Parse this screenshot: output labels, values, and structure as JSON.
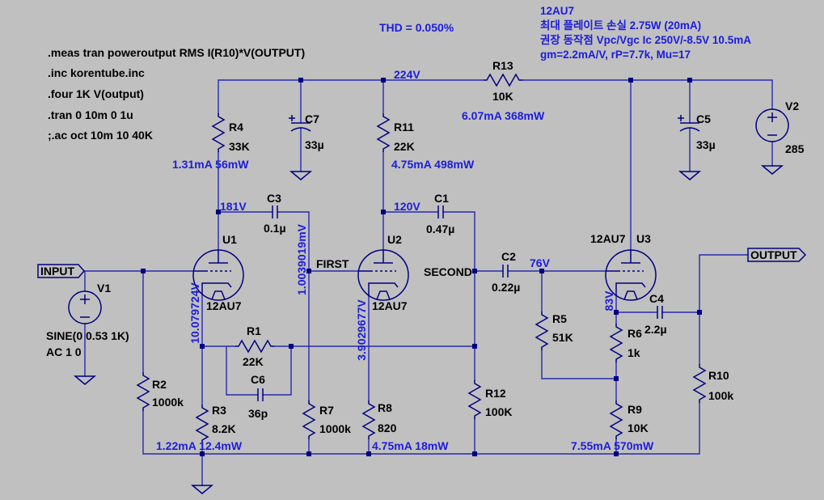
{
  "colors": {
    "background": "#c0c0c0",
    "wire": "#2828b0",
    "component": "#000080",
    "annotation": "#1c1cdc",
    "label": "#000000"
  },
  "directives": [
    ".meas tran poweroutput RMS I(R10)*V(OUTPUT)",
    ".inc korentube.inc",
    ".four 1K V(output)",
    ".tran 0 10m 0 1u",
    ";.ac oct 10m 10 40K"
  ],
  "thd": "THD = 0.050%",
  "tube_notes": [
    "12AU7",
    "최대 플레이트 손실 2.75W (20mA)",
    "권장 동작점 Vpc/Vgc Ic 250V/-8.5V 10.5mA",
    "gm=2.2mA/V, rP=7.7k, Mu=17"
  ],
  "node_labels": {
    "input": "INPUT",
    "output": "OUTPUT",
    "first": "FIRST",
    "second": "SECOND"
  },
  "node_voltages": {
    "b_plus": "224V",
    "u1_plate": "181V",
    "u2_plate": "120V",
    "u3_grid": "76V",
    "u3_cathode": "83V",
    "u1_cathode": "10.079724V",
    "first": "1.0039019mV",
    "u2_cathode": "3.9029677V"
  },
  "operating_point": {
    "r4": "1.31mA 56mW",
    "r11": "4.75mA 498mW",
    "r13": "6.07mA 368mW",
    "r3": "1.22mA 12.4mW",
    "r8": "4.75mA 18mW",
    "r9": "7.55mA 570mW"
  },
  "resistors": {
    "r1": {
      "name": "R1",
      "value": "22K"
    },
    "r2": {
      "name": "R2",
      "value": "1000k"
    },
    "r3": {
      "name": "R3",
      "value": "8.2K"
    },
    "r4": {
      "name": "R4",
      "value": "33K"
    },
    "r5": {
      "name": "R5",
      "value": "51K"
    },
    "r6": {
      "name": "R6",
      "value": "1k"
    },
    "r7": {
      "name": "R7",
      "value": "1000k"
    },
    "r8": {
      "name": "R8",
      "value": "820"
    },
    "r9": {
      "name": "R9",
      "value": "10K"
    },
    "r10": {
      "name": "R10",
      "value": "100k"
    },
    "r11": {
      "name": "R11",
      "value": "22K"
    },
    "r12": {
      "name": "R12",
      "value": "100K"
    },
    "r13": {
      "name": "R13",
      "value": "10K"
    }
  },
  "capacitors": {
    "c1": {
      "name": "C1",
      "value": "0.47µ"
    },
    "c2": {
      "name": "C2",
      "value": "0.22µ"
    },
    "c3": {
      "name": "C3",
      "value": "0.1µ"
    },
    "c4": {
      "name": "C4",
      "value": "2.2µ"
    },
    "c5": {
      "name": "C5",
      "value": "33µ"
    },
    "c6": {
      "name": "C6",
      "value": "36p"
    },
    "c7": {
      "name": "C7",
      "value": "33µ"
    }
  },
  "tubes": {
    "u1": {
      "name": "U1",
      "model": "12AU7"
    },
    "u2": {
      "name": "U2",
      "model": "12AU7"
    },
    "u3": {
      "name": "U3",
      "model": "12AU7"
    }
  },
  "sources": {
    "v1": {
      "name": "V1",
      "value": "SINE(0 0.53 1K)",
      "ac": "AC 1 0"
    },
    "v2": {
      "name": "V2",
      "value": "285"
    }
  }
}
